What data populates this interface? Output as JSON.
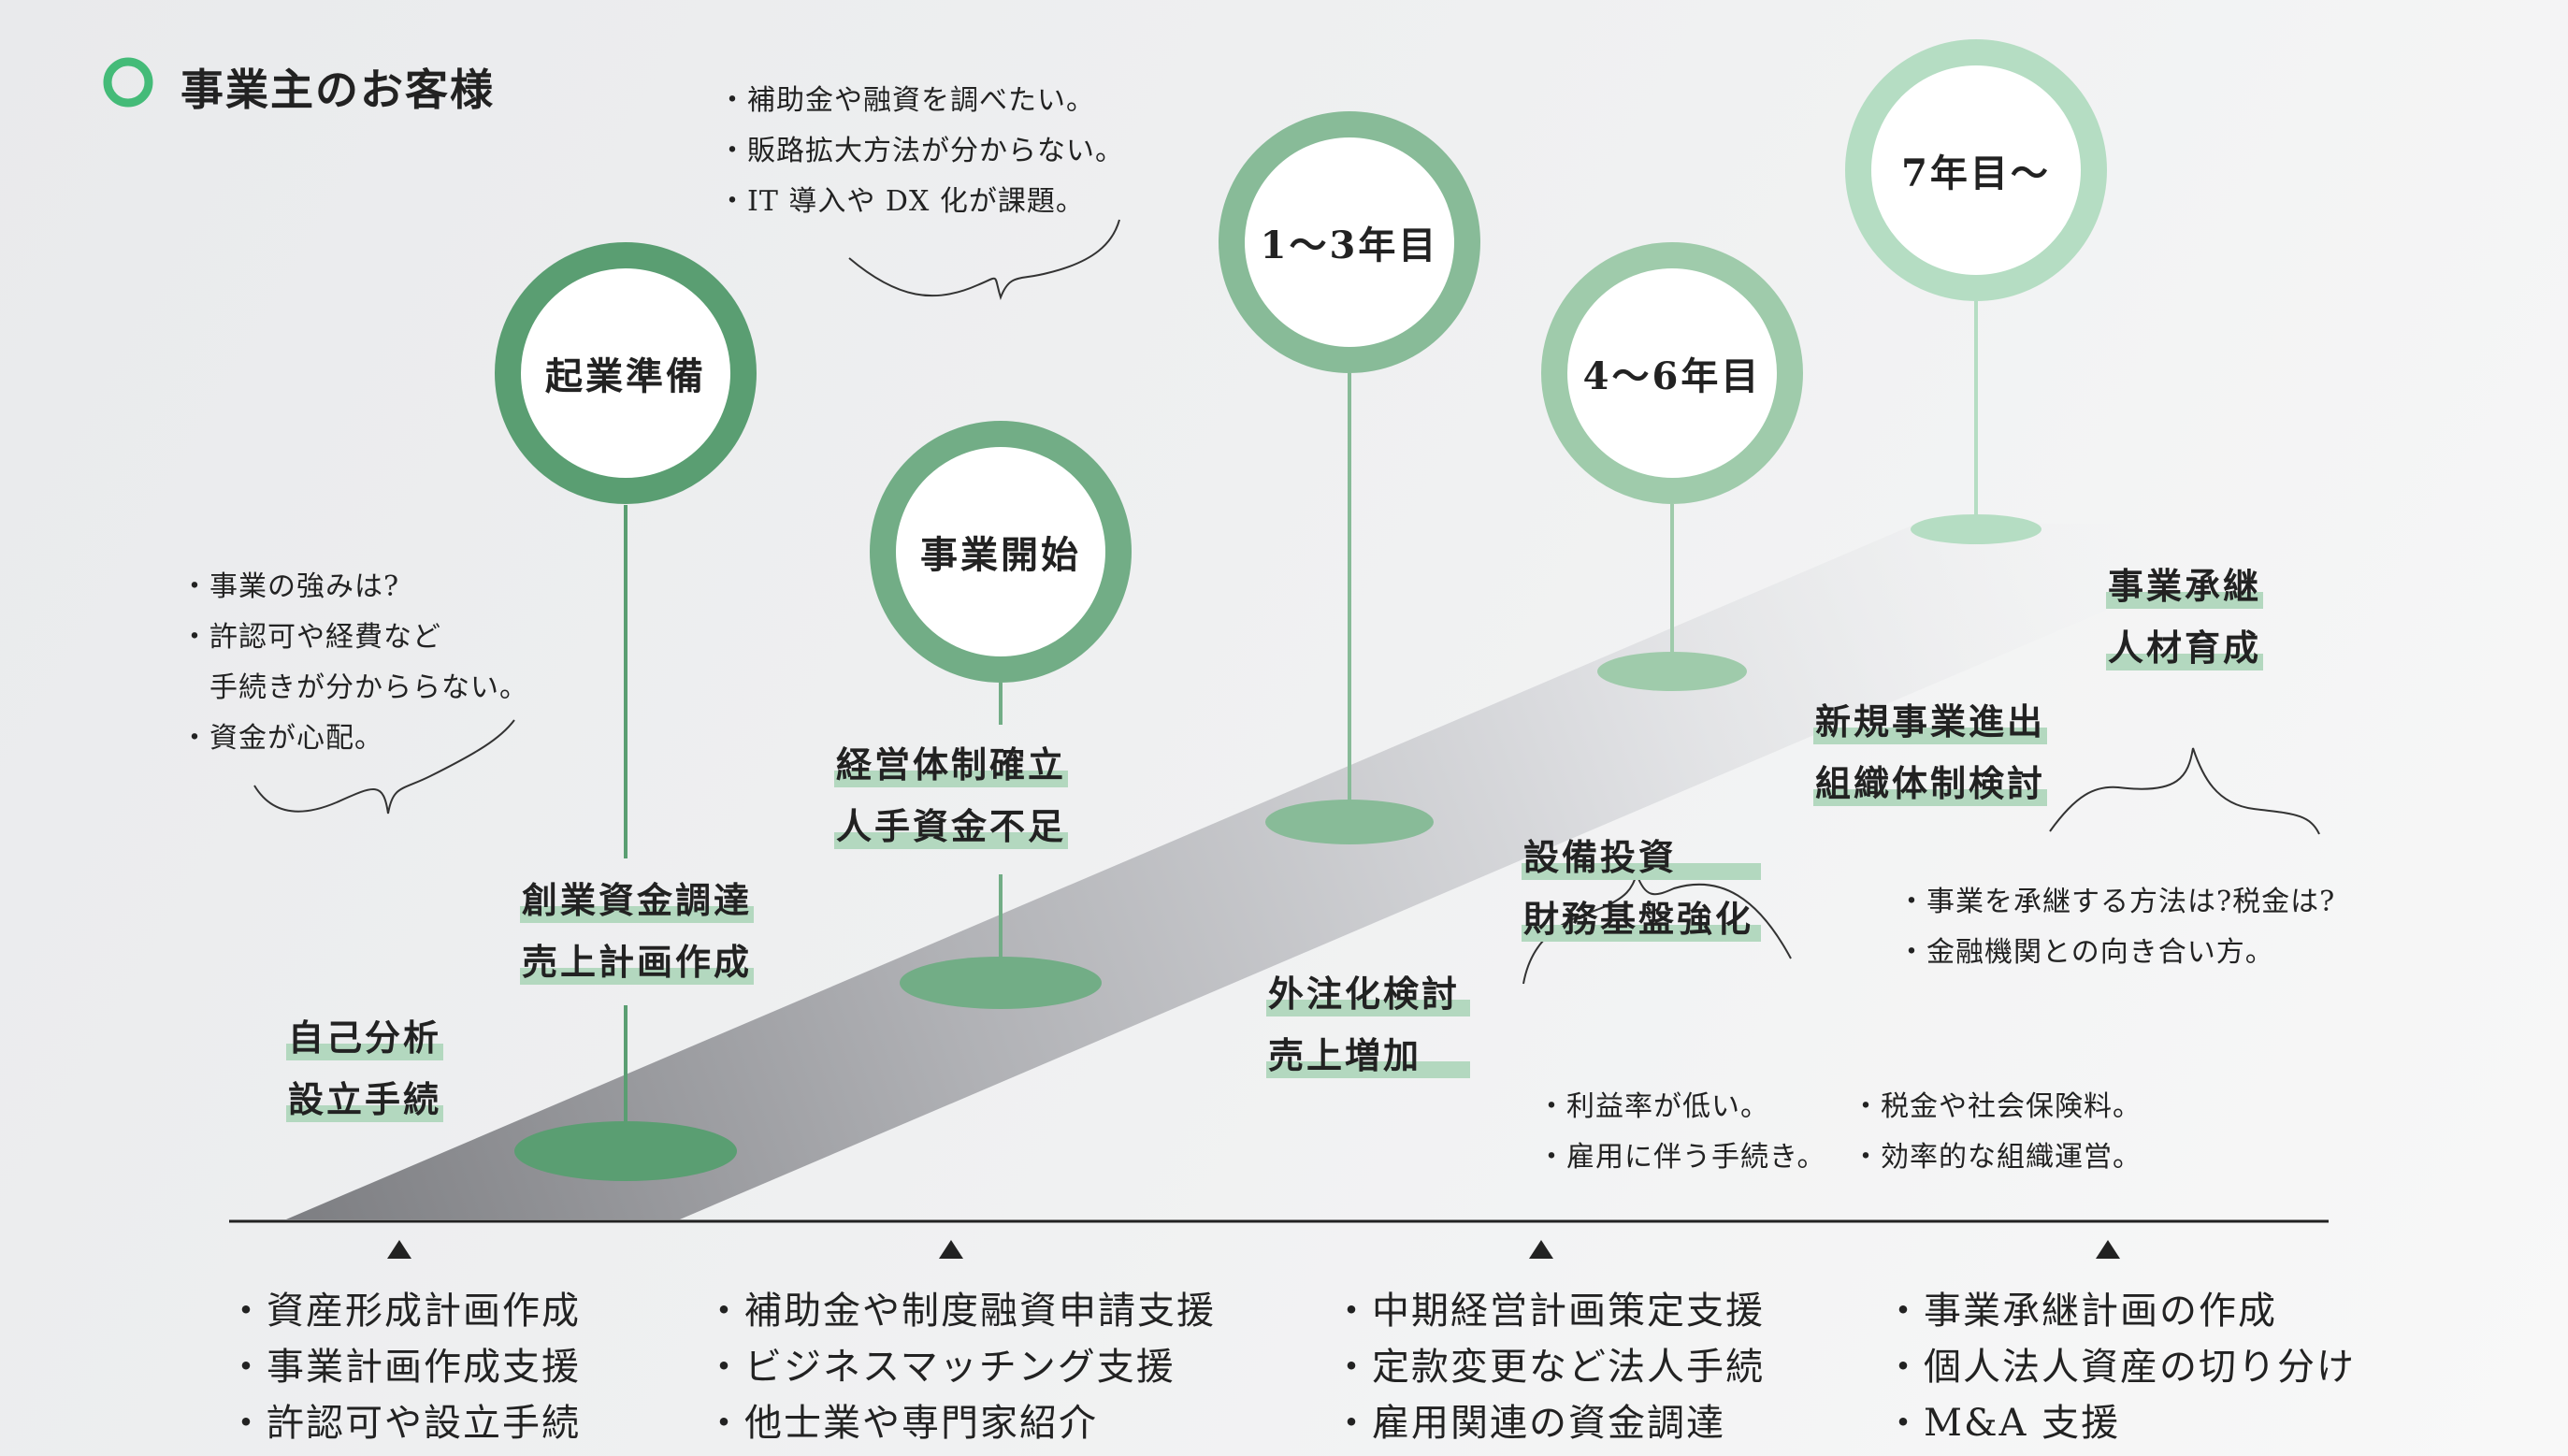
{
  "header": {
    "title": "事業主のお客様",
    "accent": "#44bb78"
  },
  "stages": [
    {
      "label": "起業準備",
      "color": "#5a9e72",
      "tasks": [
        "自己分析",
        "設立手続",
        "創業資金調達",
        "売上計画作成"
      ]
    },
    {
      "label": "事業開始",
      "color": "#72ad86",
      "tasks": [
        "経営体制確立",
        "人手資金不足"
      ]
    },
    {
      "label": "1〜3年目",
      "color": "#88bb98",
      "tasks": [
        "外注化検討",
        "売上増加"
      ]
    },
    {
      "label": "4〜6年目",
      "color": "#9fcbab",
      "tasks": [
        "設備投資",
        "財務基盤強化",
        "新規事業進出",
        "組織体制検討"
      ]
    },
    {
      "label": "7年目〜",
      "color": "#b5ddc3",
      "tasks": [
        "事業承継",
        "人材育成"
      ]
    }
  ],
  "concerns": {
    "startup": [
      "・事業の強みは?",
      "・許認可や経費など",
      "　手続きが分かららない。",
      "・資金が心配。"
    ],
    "opening": [
      "・補助金や融資を調べたい。",
      "・販路拡大方法が分からない。",
      "・IT 導入や DX 化が課題。"
    ],
    "growth_a": [
      "・利益率が低い。",
      "・雇用に伴う手続き。"
    ],
    "growth_b": [
      "・税金や社会保険料。",
      "・効率的な組織運営。"
    ],
    "succession": [
      "・事業を承継する方法は?税金は?",
      "・金融機関との向き合い方。"
    ]
  },
  "services": [
    [
      "・資産形成計画作成",
      "・事業計画作成支援",
      "・許認可や設立手続"
    ],
    [
      "・補助金や制度融資申請支援",
      "・ビジネスマッチング支援",
      "・他士業や専門家紹介"
    ],
    [
      "・中期経営計画策定支援",
      "・定款変更など法人手続",
      "・雇用関連の資金調達"
    ],
    [
      "・事業承継計画の作成",
      "・個人法人資産の切り分け",
      "・M&A 支援"
    ]
  ]
}
